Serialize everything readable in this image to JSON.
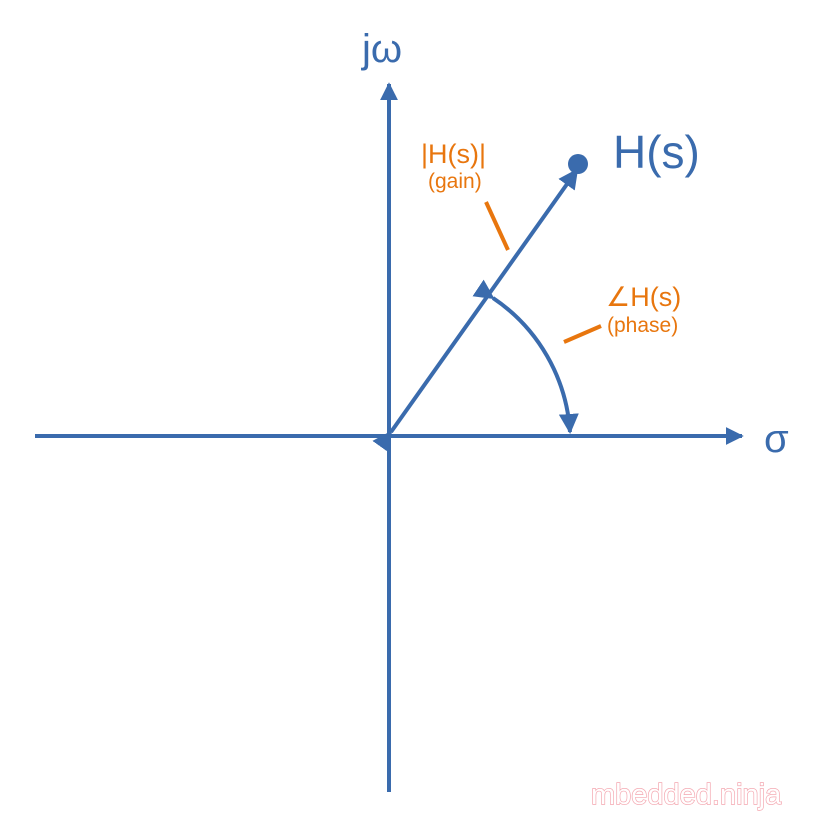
{
  "colors": {
    "axis": "#3a6bad",
    "annotation": "#e8760e",
    "watermark": "#f4a7b0"
  },
  "labels": {
    "imag_axis": "jω",
    "real_axis": "σ",
    "point": "H(s)",
    "gain_main": "|H(s)|",
    "gain_sub": "(gain)",
    "phase_main": "∠H(s)",
    "phase_sub": "(phase)"
  },
  "watermark": "mbedded.ninja"
}
